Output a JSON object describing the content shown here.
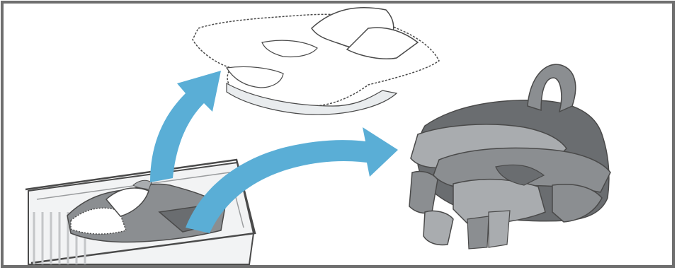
{
  "illustration": {
    "colors": {
      "frame": "#6f6f6f",
      "arrow": "#5aaed6",
      "white_cloth": "#ffffff",
      "white_cloth_shade": "#e9ecee",
      "dark_cloth": "#8b8e91",
      "dark_cloth_light": "#a9acaf",
      "dark_cloth_deep": "#6a6d70",
      "basket": "#f2f3f4",
      "basket_slats": "#c4c6c8",
      "outline": "#4a4a4a"
    },
    "elements": [
      "laundry-basket",
      "white-laundry-pile",
      "dark-laundry-pile",
      "sort-arrow-to-whites",
      "sort-arrow-to-darks"
    ]
  }
}
